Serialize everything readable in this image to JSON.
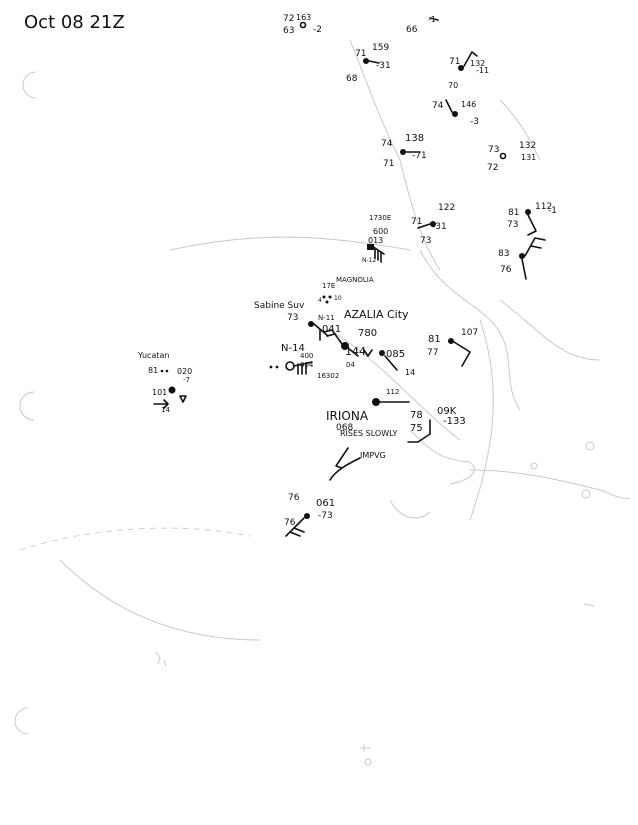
{
  "header": {
    "date_label": "Oct 08 21Z"
  },
  "map": {
    "ink_color": "#111111",
    "faint_color": "#c9c9c9",
    "place_labels": [
      "Yucatan",
      "Sabine Suv",
      "MAGNOLIA",
      "AZALIA City",
      "IRIONA",
      "RISES SLOWLY",
      "IMPVG"
    ],
    "station_notes": [
      {
        "id": "s1",
        "texts": [
          "72",
          "163",
          "63",
          "-2"
        ]
      },
      {
        "id": "s2",
        "texts": [
          "66",
          "-1"
        ]
      },
      {
        "id": "s3",
        "texts": [
          "71",
          "159",
          "68",
          "-31"
        ]
      },
      {
        "id": "s4",
        "texts": [
          "71",
          "132",
          "70",
          "-11"
        ]
      },
      {
        "id": "s5",
        "texts": [
          "74",
          "146",
          "-3"
        ]
      },
      {
        "id": "s6",
        "texts": [
          "74",
          "138",
          "71",
          "-71"
        ]
      },
      {
        "id": "s7",
        "texts": [
          "73",
          "132",
          "72",
          "131"
        ]
      },
      {
        "id": "s8",
        "texts": [
          "1730E",
          "600",
          "013",
          "N-12"
        ]
      },
      {
        "id": "s9",
        "texts": [
          "71",
          "122",
          "73",
          "-31"
        ]
      },
      {
        "id": "s10",
        "texts": [
          "81",
          "112",
          "73",
          "-1"
        ]
      },
      {
        "id": "s11",
        "texts": [
          "83",
          "76"
        ]
      },
      {
        "id": "s12",
        "texts": [
          "17E",
          "4",
          "10"
        ]
      },
      {
        "id": "s13",
        "texts": [
          "73",
          "N-11",
          "041",
          "N-14",
          "400",
          "004",
          "16302"
        ]
      },
      {
        "id": "s14",
        "texts": [
          "144",
          "780",
          "04"
        ]
      },
      {
        "id": "s15",
        "texts": [
          "085",
          "14"
        ]
      },
      {
        "id": "s16",
        "texts": [
          "81",
          "107",
          "77"
        ]
      },
      {
        "id": "s17",
        "texts": [
          "81",
          "020",
          "-7",
          "101",
          "14"
        ]
      },
      {
        "id": "s18",
        "texts": [
          "112"
        ]
      },
      {
        "id": "s19",
        "texts": [
          "78",
          "09K",
          "75",
          "-133"
        ]
      },
      {
        "id": "s20",
        "texts": [
          "068"
        ]
      },
      {
        "id": "s21",
        "texts": [
          "76",
          "061",
          "76",
          "-73"
        ]
      }
    ]
  }
}
